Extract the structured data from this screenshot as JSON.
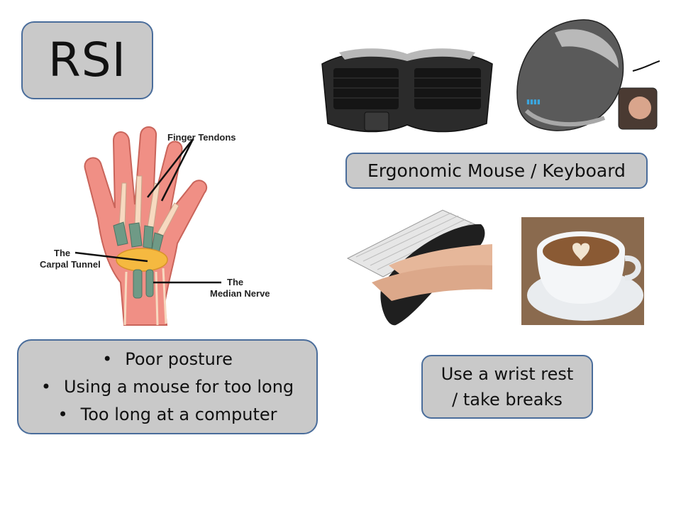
{
  "slide": {
    "title": "RSI",
    "ergonomic_caption": "Ergonomic Mouse / Keyboard",
    "causes": [
      "Poor posture",
      "Using a mouse for too long",
      "Too long at a computer"
    ],
    "tip_line1": "Use a wrist rest",
    "tip_line2": "/ take breaks"
  },
  "hand_diagram": {
    "label_finger_tendons": "Finger Tendons",
    "label_carpal_line1": "The",
    "label_carpal_line2": "Carpal Tunnel",
    "label_median_line1": "The",
    "label_median_line2": "Median Nerve"
  },
  "colors": {
    "box_fill": "#c9c9c9",
    "box_border": "#4a6d9b",
    "skin": "#f08f85",
    "tunnel": "#f5b940",
    "tendon": "#6f9a86"
  },
  "images": {
    "keyboard": "ergonomic-keyboard-image",
    "mouse": "vertical-mouse-image",
    "wrist_rest": "wrist-rest-keyboard-image",
    "coffee": "coffee-cup-image"
  }
}
